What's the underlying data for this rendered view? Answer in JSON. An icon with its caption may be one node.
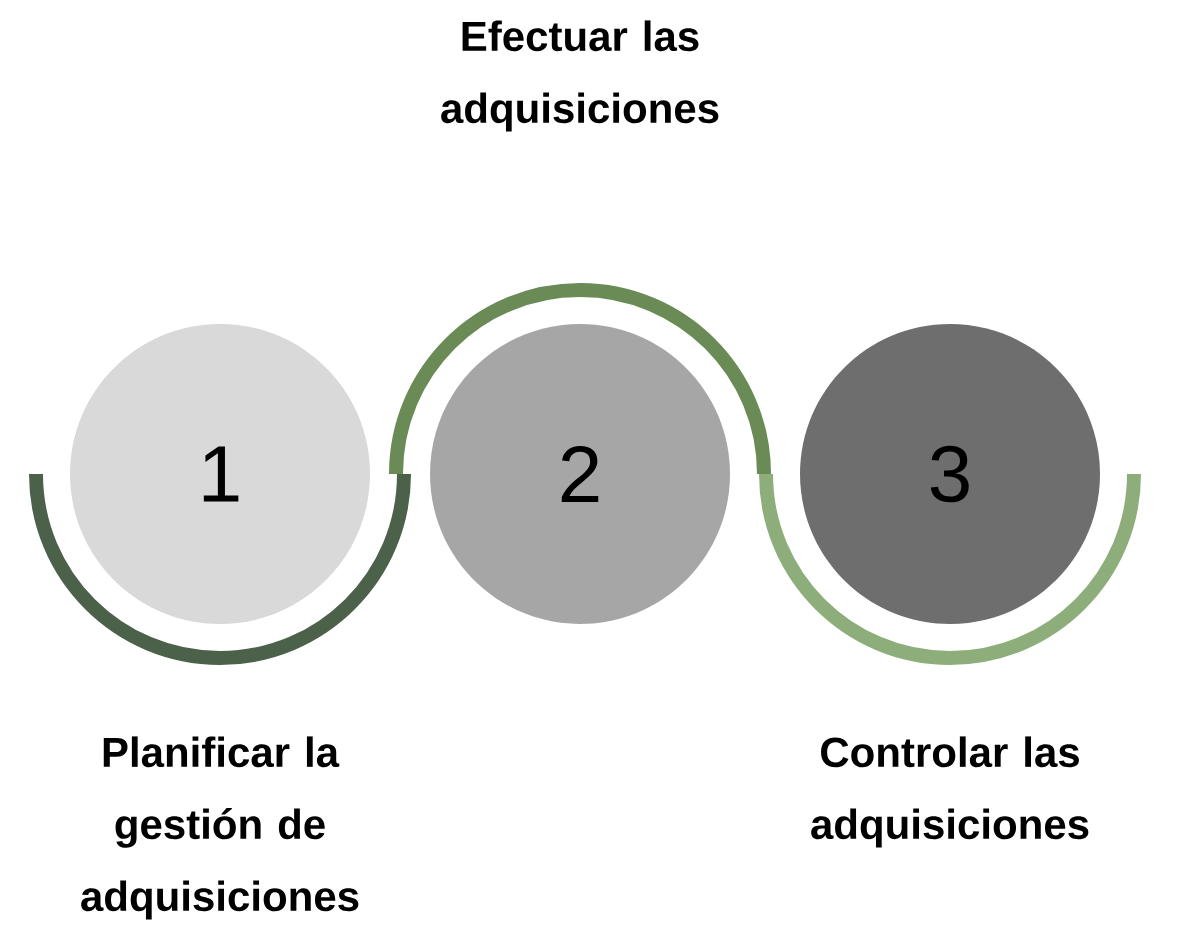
{
  "diagram": {
    "nodes": [
      {
        "text": [
          "1"
        ],
        "beside": [
          "Planificar la gestión de adquisiciones"
        ]
      },
      {
        "text": [
          "2"
        ]
      },
      {
        "text": [
          "3"
        ],
        "beside": [
          "Controlar las adquisiciones"
        ]
      }
    ],
    "labels": [
      "Efectuar las adquisiciones"
    ]
  }
}
